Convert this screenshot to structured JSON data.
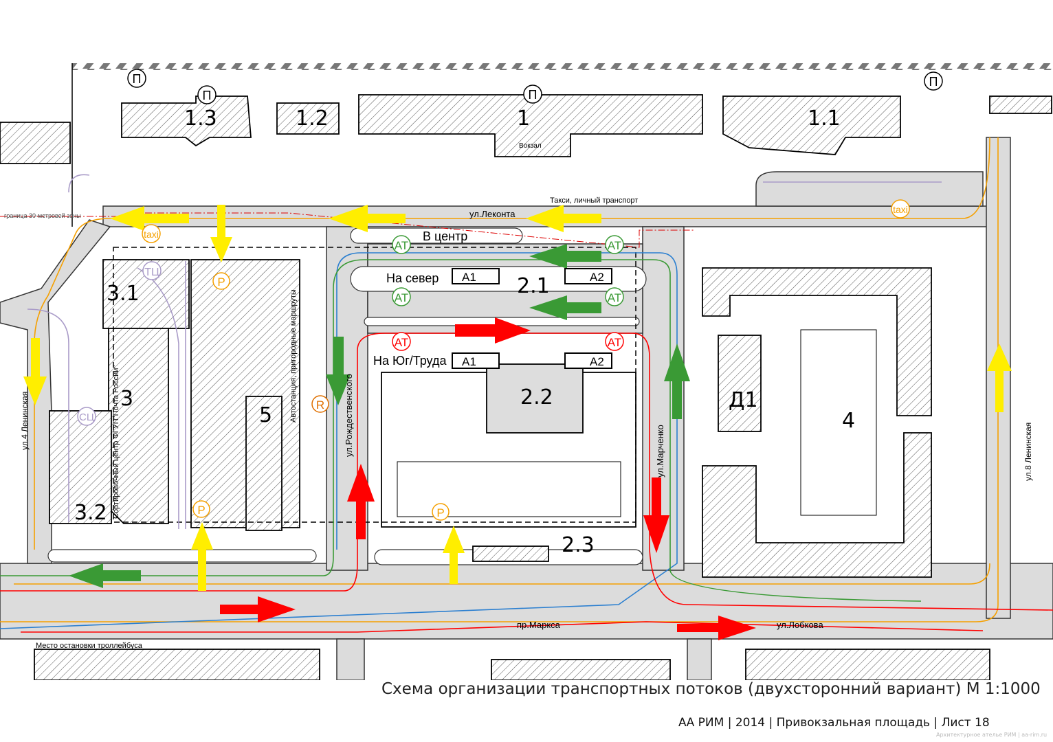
{
  "title": "Схема организации транспортных потоков (двухсторонний вариант)  М 1:1000",
  "footer": "АА РИМ | 2014 | Привокзальная площадь | Лист 18",
  "credit": "Архитектурное ателье РИМ | aa-rim.ru",
  "colors": {
    "yellow": "#ffee00",
    "green": "#3a9a35",
    "red": "#ff0000",
    "orange": "#f5a000",
    "blue": "#2b7fd0",
    "lilac": "#a99bc8",
    "road": "#dcdcdc"
  },
  "buildings": {
    "b13": "1.3",
    "b12": "1.2",
    "b1": "1",
    "b11": "1.1",
    "b21": "2.1",
    "b22": "2.2",
    "b23": "2.3",
    "b31": "3.1",
    "b3": "3",
    "b32": "3.2",
    "b5": "5",
    "b4": "4",
    "bd1": "Д1"
  },
  "labels": {
    "station": "Вокзал",
    "taxi_private": "Такси, личный транспорт",
    "lekonta": "ул.Леконта",
    "to_center": "В центр",
    "to_north": "На север",
    "to_south": "На Юг/Труда",
    "a1": "A1",
    "a2": "A2",
    "zone": "граница 30-метровой зоны",
    "lenin4": "ул.4 Ленинская",
    "lenin8": "ул.8 Ленинская",
    "rozhd": "ул.Рождественского",
    "march": "ул.Марченко",
    "marks": "пр.Маркса",
    "lobkova": "ул.Лобкова",
    "trolley": "Место остановки троллейбуса",
    "post": "Сортировочный центр ФГУП\"Почта России\"",
    "bus": "Автостанция, пригородные маршруты"
  },
  "markers": {
    "pedestrian": "П",
    "parking": "P",
    "rent": "R",
    "bus": "АТ",
    "taxi": "taxi",
    "mall": "ТЦ",
    "sort": "СЦ"
  }
}
